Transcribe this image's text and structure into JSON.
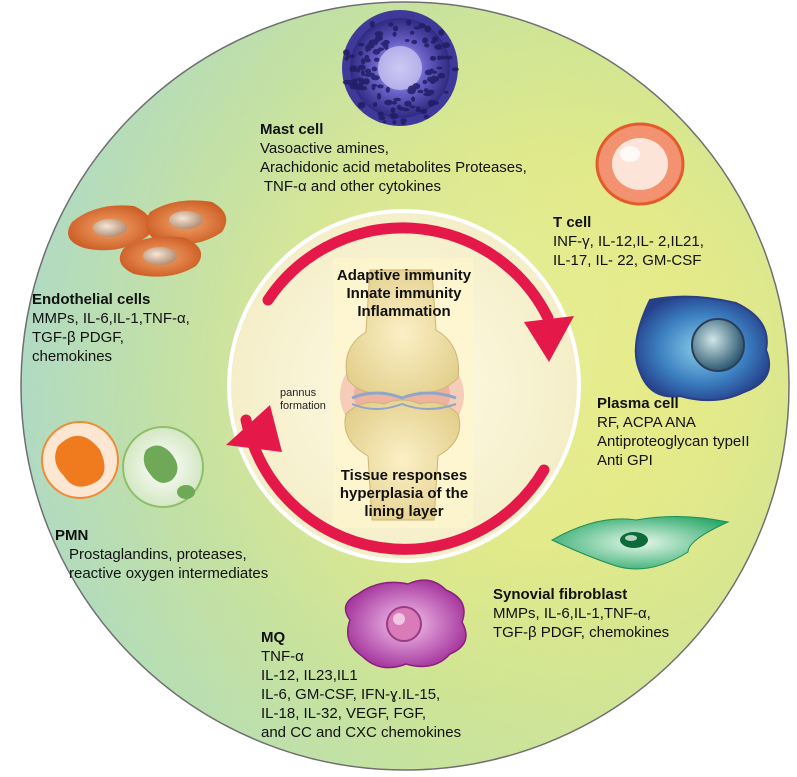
{
  "center": {
    "top_lines": [
      "Adaptive immunity",
      "Innate immunity",
      "Inflammation"
    ],
    "bottom_lines": [
      "Tissue responses",
      "hyperplasia of the",
      "lining layer"
    ],
    "pannus_lines": [
      "pannus",
      "formation"
    ]
  },
  "cells": {
    "mast": {
      "title": "Mast cell",
      "lines": [
        "Vasoactive amines,",
        "Arachidonic acid metabolites Proteases,",
        " TNF-α and other cytokines"
      ]
    },
    "tcell": {
      "title": "T cell",
      "lines": [
        "INF-γ, IL-12,IL- 2,IL21,",
        "IL-17, IL- 22, GM-CSF"
      ]
    },
    "plasma": {
      "title": "Plasma cell",
      "lines": [
        "RF, ACPA ANA",
        "Antiproteoglycan typeII",
        "Anti GPI"
      ]
    },
    "fibro": {
      "title": "Synovial fibroblast",
      "lines": [
        "MMPs, IL-6,IL-1,TNF-α,",
        "TGF-β PDGF, chemokines"
      ]
    },
    "mq": {
      "title": "MQ",
      "lines": [
        "TNF-α",
        "IL-12, IL23,IL1",
        "IL-6, GM-CSF, IFN-ɣ.IL-15,",
        "IL-18, IL-32, VEGF, FGF,",
        "and CC and CXC chemokines"
      ]
    },
    "pmn": {
      "title": "PMN",
      "lines": [
        "Prostaglandins, proteases,",
        "reactive oxygen intermediates"
      ]
    },
    "endo": {
      "title": "Endothelial cells",
      "lines": [
        "MMPs, IL-6,IL-1,TNF-α,",
        "TGF-β PDGF,",
        "chemokines"
      ]
    }
  },
  "colors": {
    "arrow": "#e4194a",
    "ring_green": "#b9d98a",
    "ring_yellow": "#e9ea86",
    "ring_blue": "#a9d4df",
    "center_fill": "#fbf6dc"
  }
}
